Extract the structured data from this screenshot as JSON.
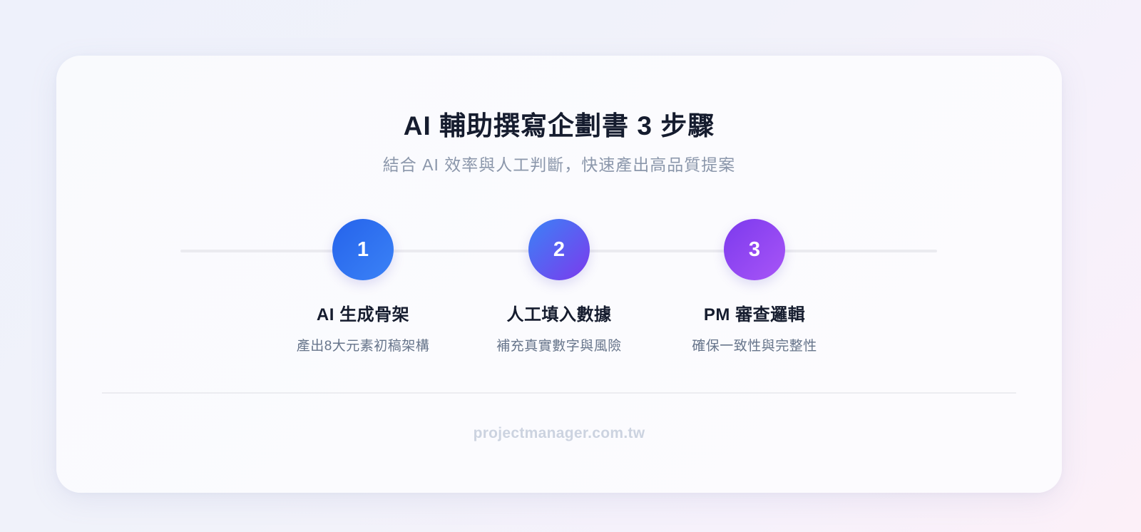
{
  "header": {
    "title": "AI 輔助撰寫企劃書 3 步驟",
    "subtitle": "結合 AI 效率與人工判斷，快速產出高品質提案"
  },
  "steps": [
    {
      "number": "1",
      "title": "AI 生成骨架",
      "description": "產出8大元素初稿架構",
      "gradient": [
        "#2563eb",
        "#3b82f6"
      ]
    },
    {
      "number": "2",
      "title": "人工填入數據",
      "description": "補充真實數字與風險",
      "gradient": [
        "#3b82f6",
        "#7c3aed"
      ]
    },
    {
      "number": "3",
      "title": "PM 審查邏輯",
      "description": "確保一致性與完整性",
      "gradient": [
        "#7c3aed",
        "#a855f7"
      ]
    }
  ],
  "footer": {
    "site": "projectmanager.com.tw"
  },
  "colors": {
    "title": "#151c2e",
    "subtitle": "#8b97ab",
    "description": "#67758b",
    "footer": "#ccd3e0",
    "connector": "#ebebf0"
  }
}
